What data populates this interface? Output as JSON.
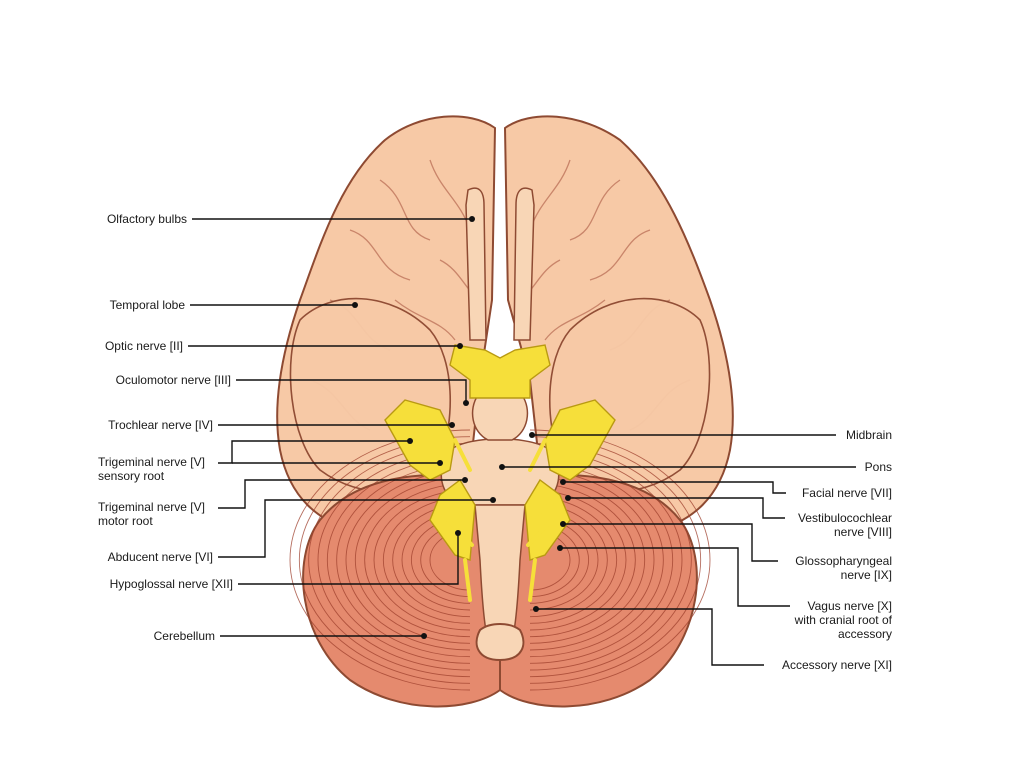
{
  "colors": {
    "cortex": "#f7c9a6",
    "cortex_outline": "#8e4a32",
    "gyri": "#c9856a",
    "cerebellum": "#e58a6e",
    "cerebellum_lines": "#9e3f2c",
    "nerve": "#f6df3a",
    "nerve_outline": "#b99a12",
    "brainstem": "#f8d6b6",
    "label_text": "#1a1a1a"
  },
  "labels": {
    "olfactory_bulbs": "Olfactory bulbs",
    "temporal_lobe": "Temporal lobe",
    "optic_nerve": "Optic nerve [II]",
    "oculomotor_nerve": "Oculomotor nerve [III]",
    "trochlear_nerve": "Trochlear nerve [IV]",
    "trigeminal_sensory_1": "Trigeminal nerve [V]",
    "trigeminal_sensory_2": "sensory root",
    "trigeminal_motor_1": "Trigeminal nerve [V]",
    "trigeminal_motor_2": "motor root",
    "abducent_nerve": "Abducent nerve [VI]",
    "hypoglossal_nerve": "Hypoglossal nerve [XII]",
    "cerebellum": "Cerebellum",
    "midbrain": "Midbrain",
    "pons": "Pons",
    "facial_nerve": "Facial nerve [VII]",
    "vestibulocochlear_1": "Vestibulocochlear",
    "vestibulocochlear_2": "nerve [VIII]",
    "glossopharyngeal_1": "Glossopharyngeal",
    "glossopharyngeal_2": "nerve [IX]",
    "vagus_1": "Vagus nerve [X]",
    "vagus_2": "with cranial root of",
    "vagus_3": "accessory",
    "accessory_nerve": "Accessory nerve [XI]"
  }
}
